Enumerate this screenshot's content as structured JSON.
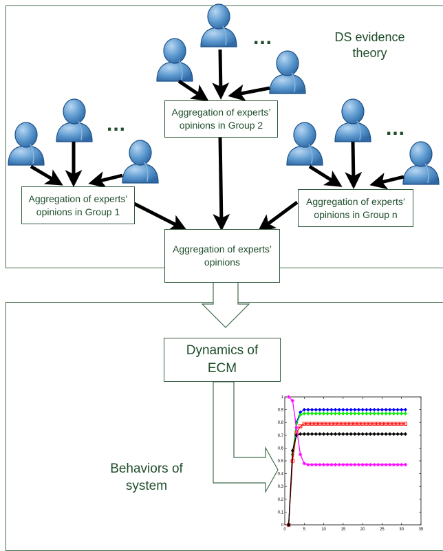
{
  "top_panel": {
    "title_line1": "DS evidence",
    "title_line2": "theory",
    "group1_box": {
      "line1": "Aggregation of experts’",
      "line2": "opinions in Group 1"
    },
    "group2_box": {
      "line1": "Aggregation of experts’",
      "line2": "opinions in Group 2"
    },
    "groupn_box": {
      "line1": "Aggregation of experts’",
      "line2": "opinions in Group n"
    },
    "final_box": {
      "line1": "Aggregation of experts’",
      "line2": "opinions"
    },
    "ellipsis": "..."
  },
  "bottom_panel": {
    "dynamics_box": {
      "line1": "Dynamics of",
      "line2": "ECM"
    },
    "behaviors_line1": "Behaviors of",
    "behaviors_line2": "system"
  },
  "chart_data": {
    "type": "line",
    "x_ticks": [
      0,
      5,
      10,
      15,
      20,
      25,
      30,
      35
    ],
    "y_ticks": [
      0,
      0.1,
      0.2,
      0.3,
      0.4,
      0.5,
      0.6,
      0.7,
      0.8,
      0.9,
      1
    ],
    "xlim": [
      0,
      35
    ],
    "ylim": [
      0,
      1
    ],
    "x": [
      1,
      2,
      3,
      4,
      5,
      6,
      7,
      8,
      9,
      10,
      11,
      12,
      13,
      14,
      15,
      16,
      17,
      18,
      19,
      20,
      21,
      22,
      23,
      24,
      25,
      26,
      27,
      28,
      29,
      30,
      31
    ],
    "series": [
      {
        "color": "#0000ff",
        "marker": "diamond",
        "values": [
          0,
          0.55,
          0.8,
          0.88,
          0.9,
          0.9,
          0.9,
          0.9,
          0.9,
          0.9,
          0.9,
          0.9,
          0.9,
          0.9,
          0.9,
          0.9,
          0.9,
          0.9,
          0.9,
          0.9,
          0.9,
          0.9,
          0.9,
          0.9,
          0.9,
          0.9,
          0.9,
          0.9,
          0.9,
          0.9,
          0.9
        ]
      },
      {
        "color": "#00ee00",
        "marker": "diamond",
        "values": [
          0,
          0.55,
          0.79,
          0.86,
          0.87,
          0.87,
          0.87,
          0.87,
          0.87,
          0.87,
          0.87,
          0.87,
          0.87,
          0.87,
          0.87,
          0.87,
          0.87,
          0.87,
          0.87,
          0.87,
          0.87,
          0.87,
          0.87,
          0.87,
          0.87,
          0.87,
          0.87,
          0.87,
          0.87,
          0.87,
          0.87
        ]
      },
      {
        "color": "#ff0000",
        "marker": "square",
        "values": [
          0,
          0.5,
          0.72,
          0.77,
          0.79,
          0.79,
          0.79,
          0.79,
          0.79,
          0.79,
          0.79,
          0.79,
          0.79,
          0.79,
          0.79,
          0.79,
          0.79,
          0.79,
          0.79,
          0.79,
          0.79,
          0.79,
          0.79,
          0.79,
          0.79,
          0.79,
          0.79,
          0.79,
          0.79,
          0.79,
          0.79
        ]
      },
      {
        "color": "#000000",
        "marker": "diamond",
        "values": [
          0,
          0.58,
          0.7,
          0.71,
          0.71,
          0.71,
          0.71,
          0.71,
          0.71,
          0.71,
          0.71,
          0.71,
          0.71,
          0.71,
          0.71,
          0.71,
          0.71,
          0.71,
          0.71,
          0.71,
          0.71,
          0.71,
          0.71,
          0.71,
          0.71,
          0.71,
          0.71,
          0.71,
          0.71,
          0.71,
          0.71
        ]
      },
      {
        "color": "#ff00ff",
        "marker": "star",
        "values": [
          1,
          0.97,
          0.76,
          0.55,
          0.48,
          0.47,
          0.47,
          0.47,
          0.47,
          0.47,
          0.47,
          0.47,
          0.47,
          0.47,
          0.47,
          0.47,
          0.47,
          0.47,
          0.47,
          0.47,
          0.47,
          0.47,
          0.47,
          0.47,
          0.47,
          0.47,
          0.47,
          0.47,
          0.47,
          0.47,
          0.47
        ]
      }
    ]
  }
}
